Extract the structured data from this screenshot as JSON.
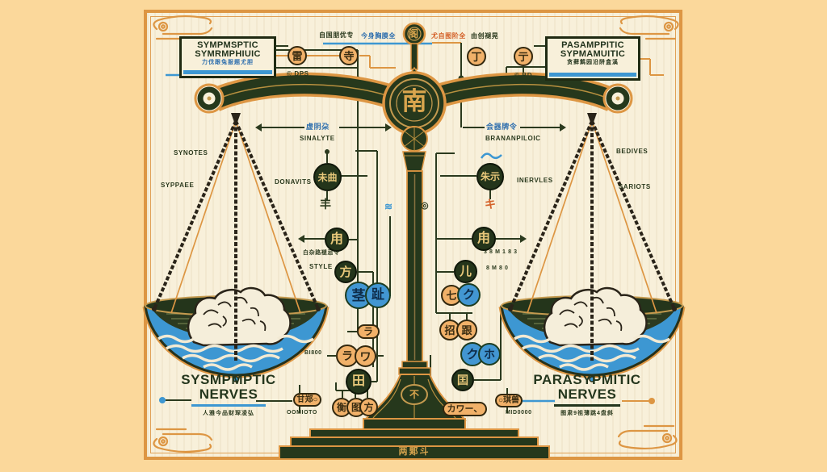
{
  "colors": {
    "background": "#fbd89b",
    "panel": "#f8f0da",
    "frame_orange": "#dd9643",
    "dark_green": "#24351b",
    "blue": "#3d97d2",
    "gold": "#d9a54e",
    "red_orange": "#d4622a"
  },
  "boxes": {
    "left": {
      "line1": "SYMPMSPTIC",
      "line2": "SYMRMPHIUIC",
      "caption": "力伐跟兔服题尤胆"
    },
    "right": {
      "line1": "PASAMPPITIC",
      "line2": "SYPMAMUITIC",
      "caption": "贪藓鹪园沿阱盒溪"
    }
  },
  "titles": {
    "bottom_left": {
      "line1": "SYSMPMPTIC",
      "line2": "NERVES",
      "caption": "人雅今品财琛凌弘"
    },
    "bottom_right": {
      "line1": "PARASYPMITIC",
      "line2": "NERVES",
      "caption": "图肃9祖薄跳4盘斜"
    }
  },
  "labels": {
    "top_left_small_dark": "自国朋优专",
    "top_left_small_blue": "今身胸膜全",
    "top_right_small_red": "尤自图阶全",
    "top_right_small_dark": "由创褪晃",
    "dps": "© DPS",
    "bd": "© BD",
    "synotes": "SYNOTES",
    "syppaee": "SYPPAEE",
    "donavits": "DONAVITS",
    "sinalyte": "SINALYTE",
    "arrow_left_cjk": "虚阴朶",
    "arrow_right_cjk": "会器牌令",
    "brananpiloic": "BRANANPILOIC",
    "inervles": "INERVLES",
    "bedives": "BEDIVES",
    "sariots": "SARIOTS",
    "style_caption": "白杂路褪忌令",
    "style": "STYLE",
    "right_mid_1": "3 8 M 1 8 3",
    "right_mid_2": "8 M 8 0",
    "bi800": "BI800",
    "oomioto": "OOMIOTO",
    "mid0000": "MID0000"
  },
  "nodes": {
    "a1": "雷",
    "a2": "寺",
    "c3": "丁",
    "c4": "亍",
    "mid_left": "未曲",
    "mid_right": "朱示",
    "l1": "甪",
    "l2": "方",
    "lb1": "茎",
    "lb2": "趾",
    "r1": "甪",
    "r2": "儿",
    "ro": "七",
    "rb": "ク",
    "oe": "ラ",
    "op1": "ラ",
    "op2": "ワ",
    "gden": "田",
    "t1": "衡",
    "t2": "图",
    "t3": "方",
    "rp1": "招",
    "rp2": "跟",
    "rb1": "ク",
    "rb2": "ホ",
    "gkuni": "囯",
    "kawa": "カワー、",
    "pill_left": "甘郑○",
    "pill_right": "○琪兽"
  },
  "glyphs": {
    "fork_left": "丰",
    "fork_right": "キ",
    "wifi": "≋",
    "ring": "◎"
  },
  "scale": {
    "medallion": "南",
    "finial": "阁",
    "foot": "不",
    "base": "两郹斗"
  }
}
